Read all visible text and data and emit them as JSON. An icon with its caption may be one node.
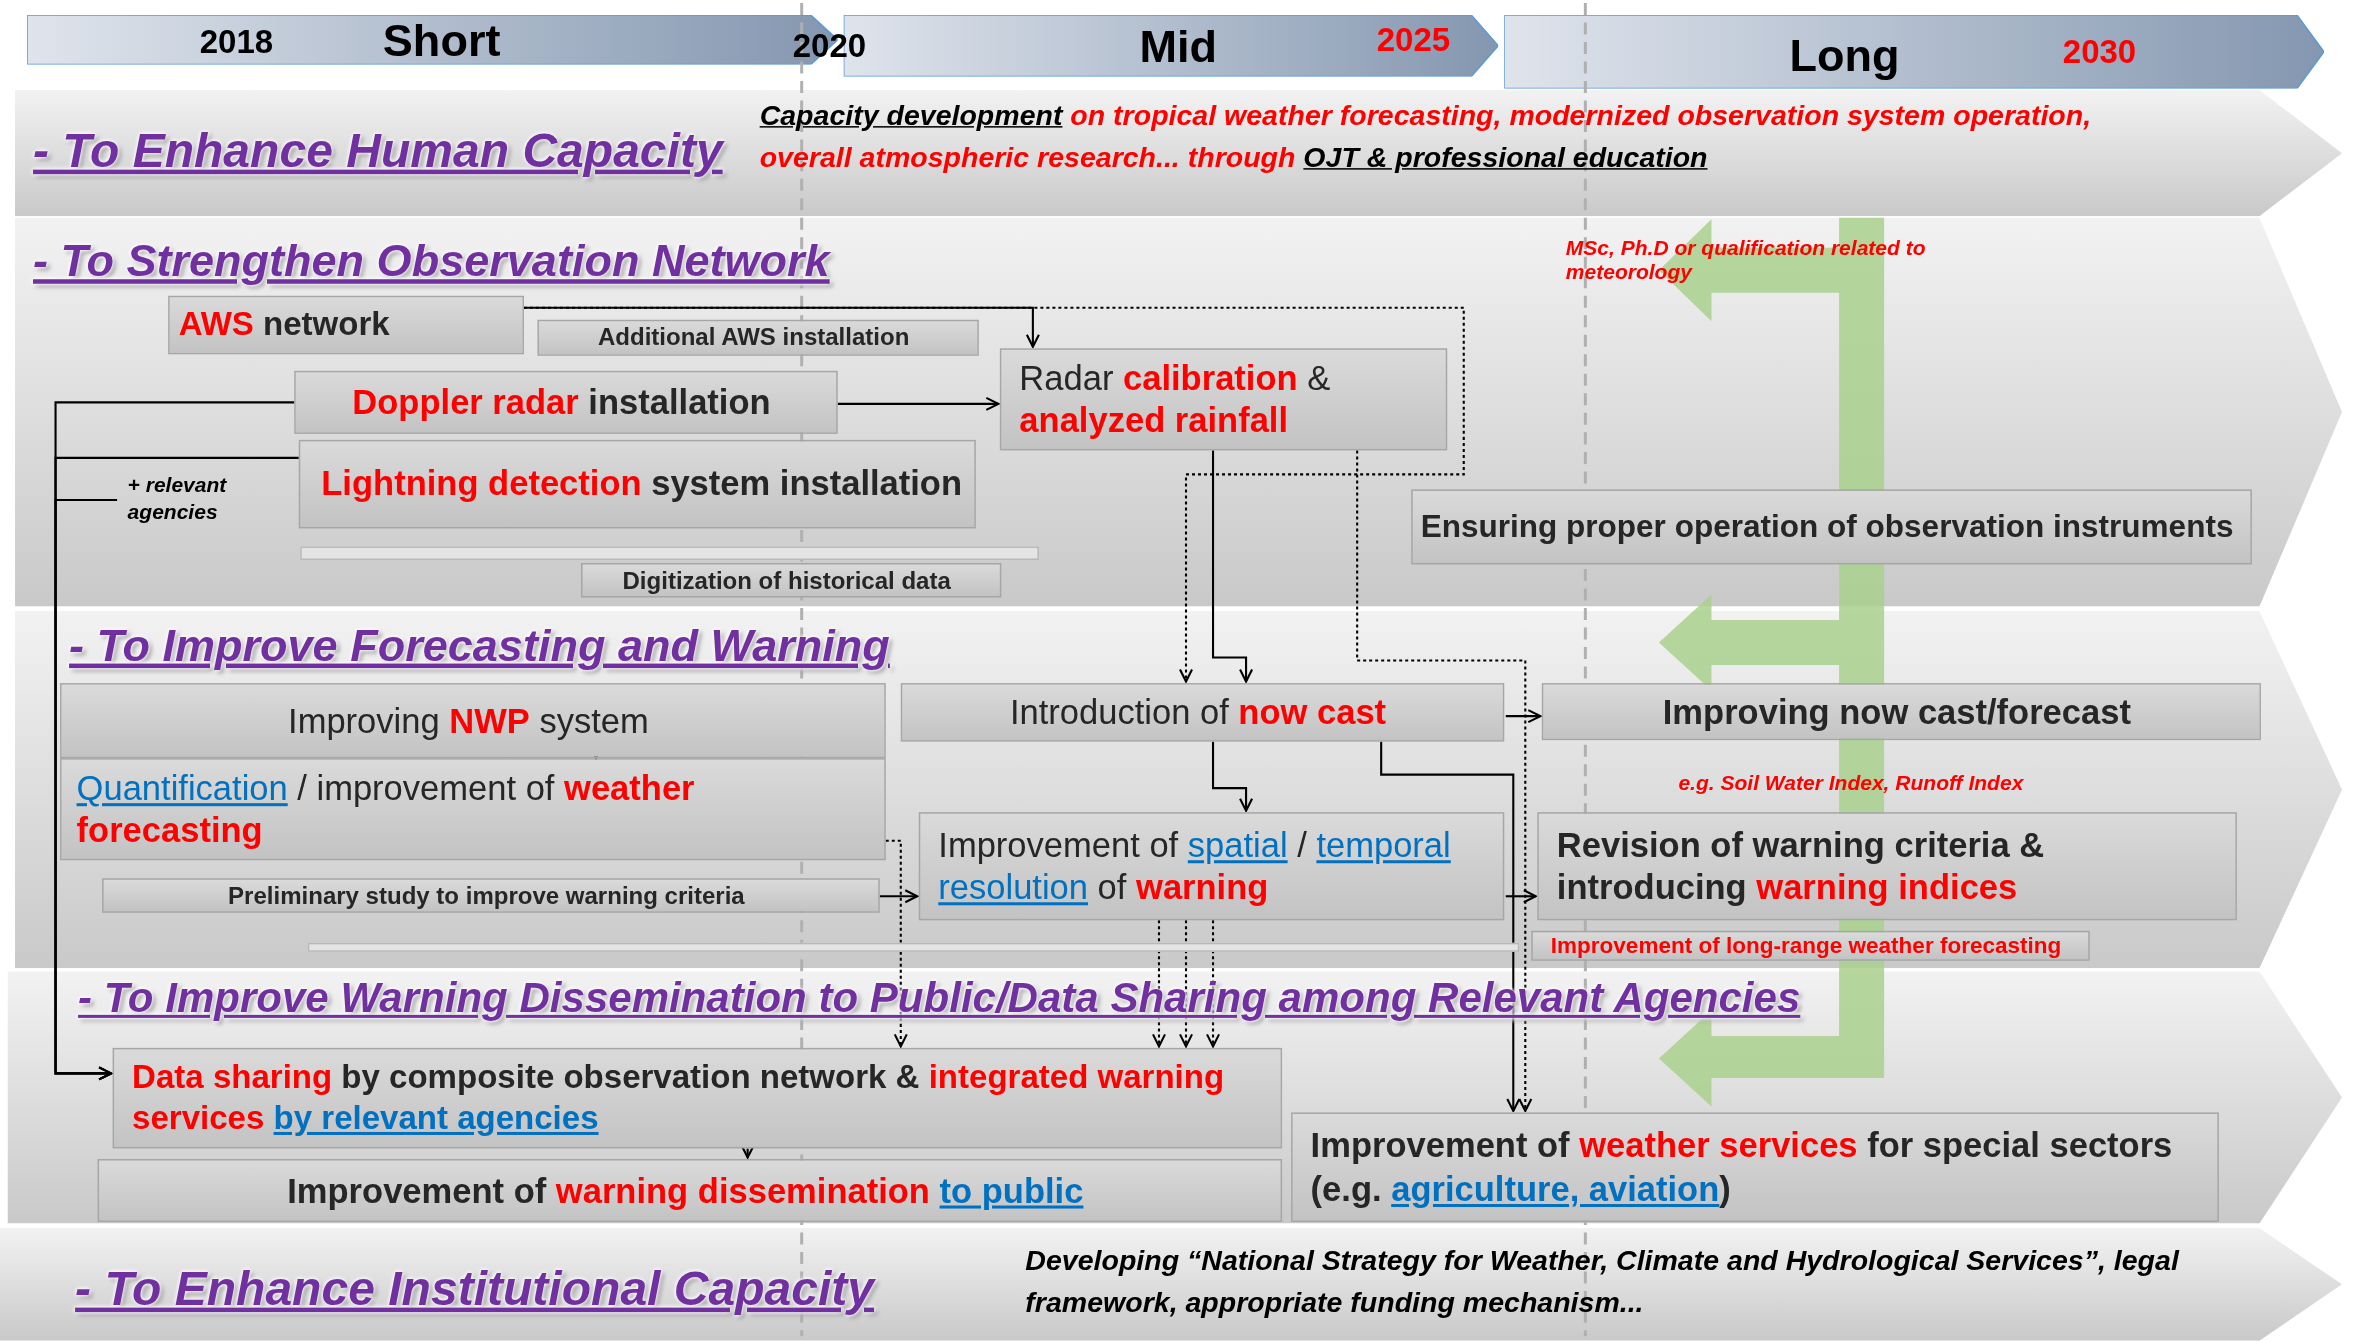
{
  "diagram": {
    "nodes": [
      {
        "text": [
          "2018",
          "Short",
          "2020"
        ]
      },
      {
        "text": [
          "Mid",
          "2025"
        ]
      },
      {
        "text": [
          "Long",
          "2030"
        ]
      },
      {
        "text": [
          "- To Enhance Human Capacity",
          "*Capacity development* on tropical weather forecasting, modernized observation system operation, overall atmospheric research... through *OJT & professional education*"
        ]
      },
      {
        "text": [
          "- To Strengthen Observation Network"
        ]
      },
      {
        "text": [
          "**AWS** network"
        ],
        "in": 4
      },
      {
        "text": [
          "Additional AWS installation"
        ],
        "in": 4
      },
      {
        "text": [
          "**Doppler radar** installation"
        ],
        "in": 4
      },
      {
        "text": [
          "**Lightning detection** system installation"
        ],
        "in": 4
      },
      {
        "text": [
          "+ relevant agencies"
        ],
        "in": 4
      },
      {
        "text": [
          "Radar **calibration** & **analyzed rainfall**"
        ],
        "in": 4
      },
      {
        "text": [
          "Ensuring proper operation of observation instruments"
        ],
        "in": 4
      },
      {
        "text": [],
        "shape": "bar",
        "in": 4
      },
      {
        "text": [
          "Digitization of historical data"
        ],
        "in": 4
      },
      {
        "text": [
          "- To Improve Forecasting and Warning"
        ]
      },
      {
        "text": [
          "Improving **NWP** system"
        ],
        "in": 14
      },
      {
        "text": [
          "*Quantification* / improvement of **weather forecasting**"
        ],
        "in": 14
      },
      {
        "text": [
          "Preliminary study to improve warning criteria"
        ],
        "in": 14
      },
      {
        "text": [
          "Introduction of **now cast**"
        ],
        "in": 14
      },
      {
        "text": [
          "Improving now cast/forecast"
        ],
        "in": 14
      },
      {
        "text": [
          "Improvement of *spatial* / *temporal resolution* of **warning**"
        ],
        "in": 14
      },
      {
        "text": [
          "Revision of warning criteria & introducing **warning indices**"
        ],
        "in": 14
      },
      {
        "text": [],
        "shape": "bar",
        "in": 14
      },
      {
        "text": [
          "Improvement of long-range weather forecasting"
        ],
        "in": 14
      },
      {
        "text": [
          "- To Improve Warning Dissemination to Public/Data Sharing among Relevant Agencies"
        ]
      },
      {
        "text": [
          "**Data sharing** by composite observation network & **integrated warning services** *by relevant agencies*"
        ],
        "in": 24
      },
      {
        "text": [
          "Improvement of **warning dissemination** *to public*"
        ],
        "in": 24
      },
      {
        "text": [
          "Improvement of **weather services** for special sectors (e.g. *agriculture, aviation*)"
        ],
        "in": 24
      },
      {
        "text": [
          "- To Enhance Institutional Capacity",
          "Developing “National Strategy for Weather, Climate and Hydrological Services”, legal framework, appropriate funding mechanism..."
        ]
      }
    ],
    "edges": [
      {
        "from": 5,
        "to": 10,
        "arrow": "to"
      },
      {
        "from": 5,
        "to": 18,
        "arrow": "to",
        "style": "dashed"
      },
      {
        "from": 7,
        "to": 10,
        "arrow": "to"
      },
      {
        "from": 10,
        "to": 18,
        "arrow": "to"
      },
      {
        "from": 18,
        "to": 20,
        "arrow": "to"
      },
      {
        "from": 20,
        "to": 25,
        "arrow": "to",
        "style": "dashed"
      },
      {
        "from": 20,
        "to": 25,
        "arrow": "to",
        "style": "dashed"
      },
      {
        "from": 20,
        "to": 25,
        "arrow": "to",
        "style": "dashed"
      },
      {
        "from": 10,
        "to": 27,
        "arrow": "to",
        "style": "dashed"
      },
      {
        "from": 18,
        "to": 27,
        "arrow": "to"
      },
      {
        "from": 7,
        "to": 25,
        "arrow": "to"
      },
      {
        "from": 8,
        "to": 25,
        "arrow": "to"
      },
      {
        "from": 9,
        "to": 25,
        "arrow": "to"
      },
      {
        "from": 15,
        "to": 16,
        "arrow": "to"
      },
      {
        "from": 16,
        "to": 25,
        "arrow": "to",
        "style": "dashed"
      },
      {
        "from": 17,
        "to": 20,
        "arrow": "to"
      },
      {
        "from": 18,
        "to": 19,
        "arrow": "to"
      },
      {
        "from": 20,
        "to": 21,
        "arrow": "to"
      },
      {
        "from": 25,
        "to": 26,
        "arrow": "to"
      }
    ],
    "labels": [
      "MSc, Ph.D or qualification related to meteorology",
      "e.g. Soil Water Index, Runoff Index"
    ]
  }
}
